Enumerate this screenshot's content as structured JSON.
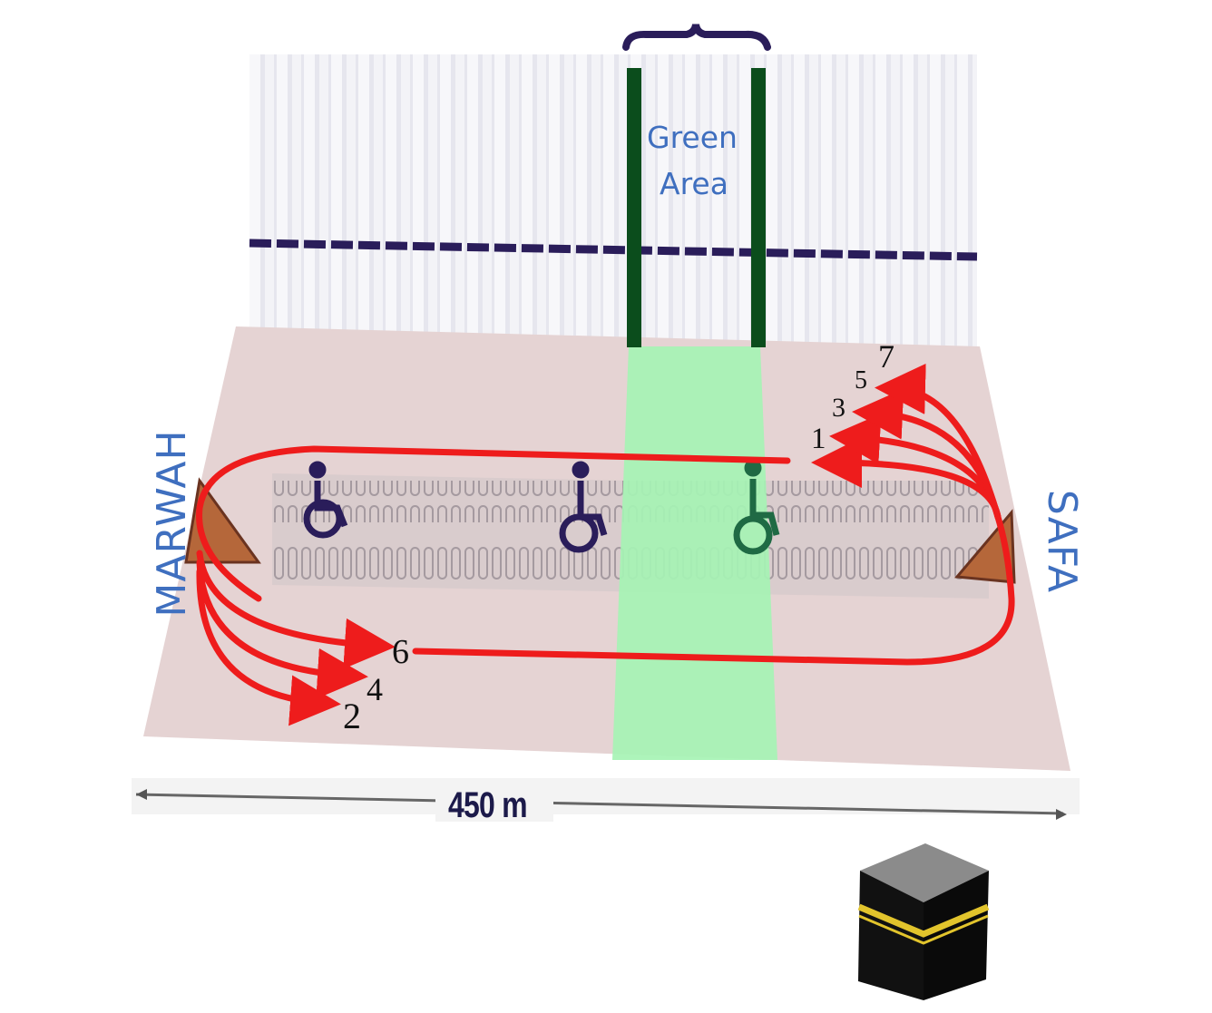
{
  "labels": {
    "green_area_line1": "Green",
    "green_area_line2": "Area",
    "marwah": "MARWAH",
    "safa": "SAFA",
    "distance": "450 m"
  },
  "lap_numbers": {
    "odd": [
      "1",
      "3",
      "5",
      "7"
    ],
    "even": [
      "2",
      "4",
      "6"
    ]
  },
  "icons": [
    "wheelchair-icon",
    "wheelchair-icon",
    "wheelchair-icon",
    "kaaba-icon",
    "hill-marwah-icon",
    "hill-safa-icon"
  ],
  "colors": {
    "path": "#ee1c1c",
    "green_area": "#a6f3b4",
    "green_pillar": "#0b4d1c",
    "floor": "#e5d3d3",
    "label_blue": "#3f6fbf",
    "wheelchair": "#2a1d5a"
  }
}
